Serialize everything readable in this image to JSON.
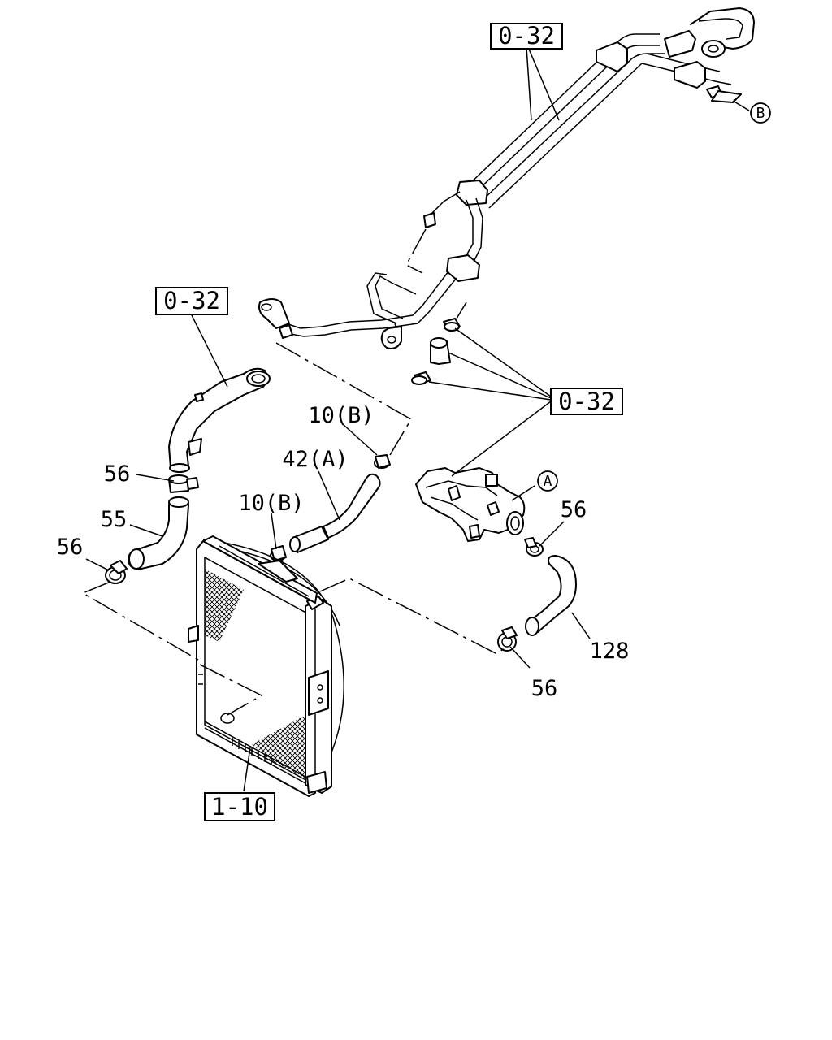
{
  "refs": {
    "top": "0-32",
    "left": "0-32",
    "right": "0-32",
    "radiator": "1-10"
  },
  "labels": {
    "p56_upper_left": "56",
    "p55": "55",
    "p56_lower_left": "56",
    "p10b_upper": "10(B)",
    "p10b_lower": "10(B)",
    "p42a": "42(A)",
    "p56_right_upper": "56",
    "p128": "128",
    "p56_right_lower": "56"
  },
  "markers": {
    "a": "A",
    "b": "B"
  }
}
